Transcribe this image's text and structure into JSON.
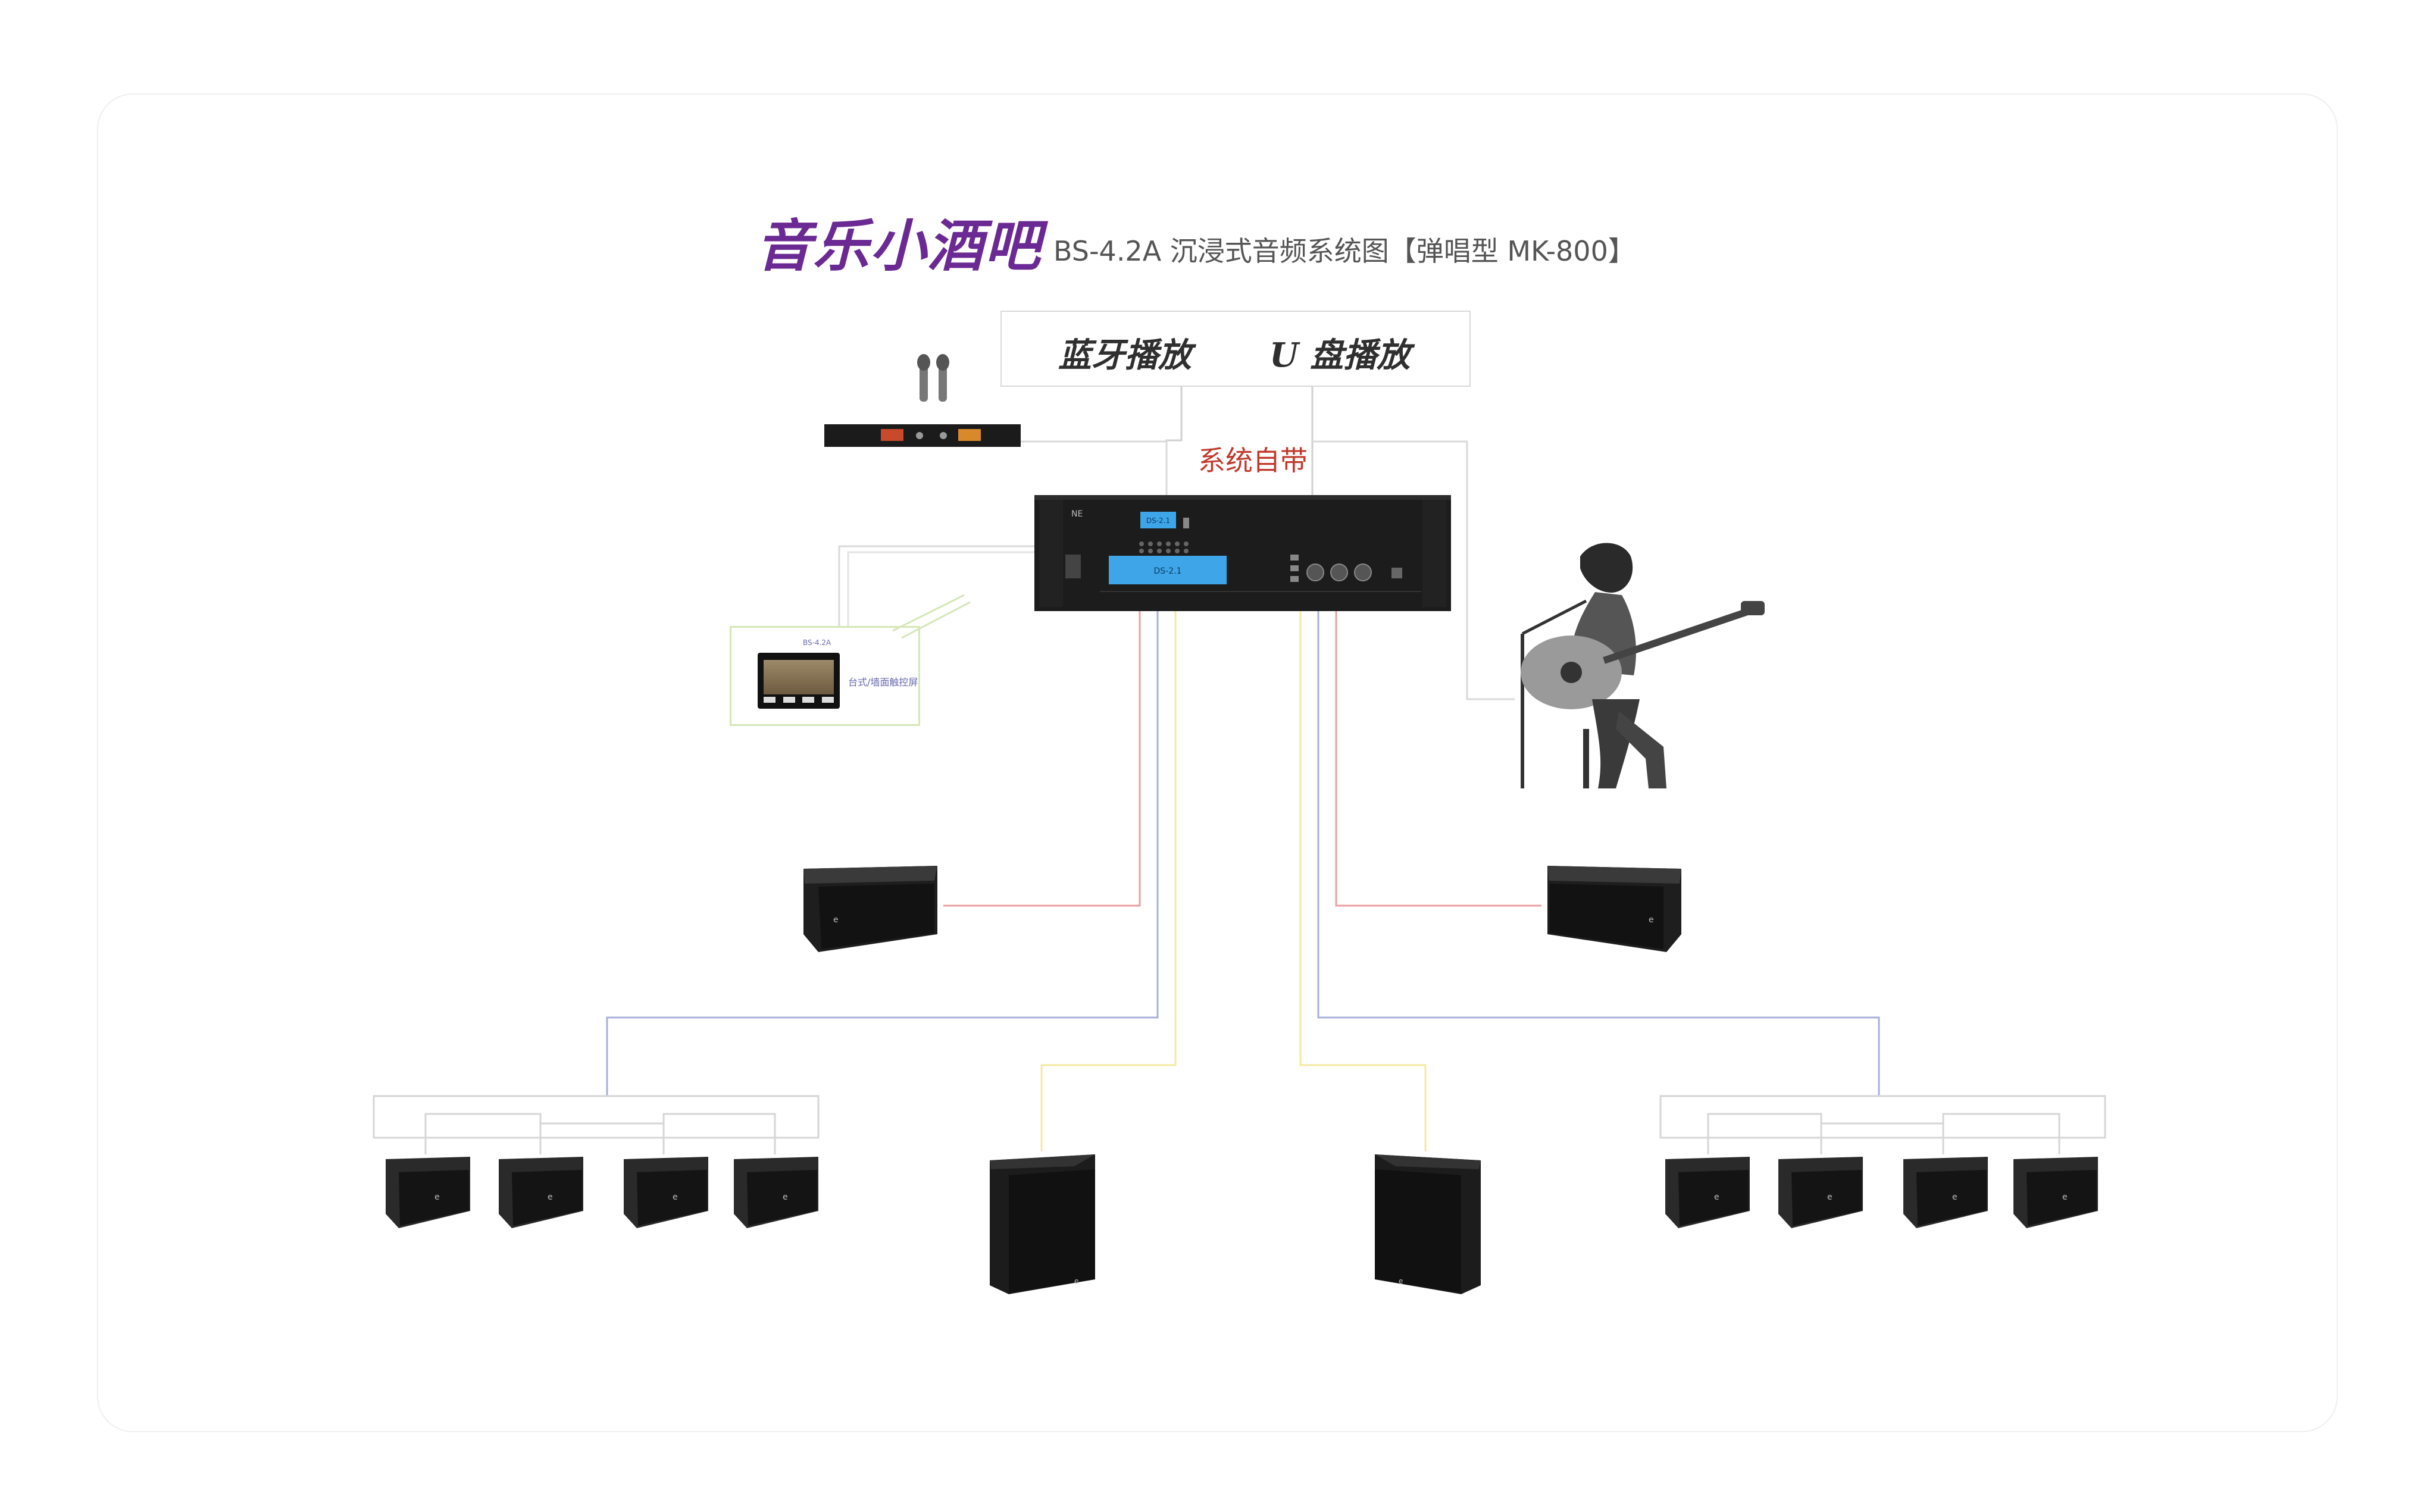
{
  "title": {
    "main": "音乐小酒吧",
    "sub": "BS-4.2A 沉浸式音频系统图【弹唱型 MK-800】"
  },
  "sources": {
    "bluetooth": "蓝牙播放",
    "usb": "U 盘播放"
  },
  "system_label": "系统自带",
  "control_panel": {
    "label": "台式/墙面触控屏",
    "screen_title": "BS-4.2A"
  },
  "amplifier": {
    "display_top": "DS-2.1",
    "display_main": "DS-2.1",
    "brand": "NE"
  },
  "colors": {
    "title": "#6b2a93",
    "system_label": "#c0392b",
    "wire_red": "#e9a0a0",
    "wire_yellow": "#f3eaa0",
    "wire_blue": "#aab0d8",
    "wire_gray": "#cfcfcf",
    "wire_green": "#d6e6b8",
    "display": "#3ea6e8"
  }
}
